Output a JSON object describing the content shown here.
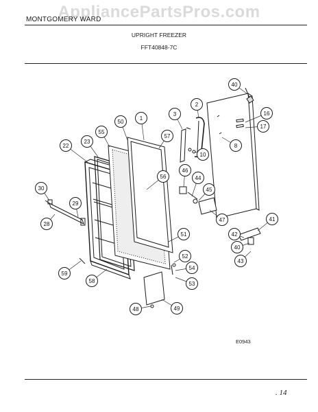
{
  "header": {
    "brand": "MONTGOMERY WARD",
    "title": "UPRIGHT FREEZER",
    "model": "FFT40848-7C"
  },
  "watermark": "AppliancePartsPros.com",
  "diagram_ref": "E0943",
  "page_mark": ". 14",
  "callouts": [
    {
      "id": "p40a",
      "label": "40"
    },
    {
      "id": "p2",
      "label": "2"
    },
    {
      "id": "p3",
      "label": "3"
    },
    {
      "id": "p16",
      "label": "16"
    },
    {
      "id": "p17",
      "label": "17"
    },
    {
      "id": "p50",
      "label": "50"
    },
    {
      "id": "p1",
      "label": "1"
    },
    {
      "id": "p55",
      "label": "55"
    },
    {
      "id": "p57",
      "label": "57"
    },
    {
      "id": "p8",
      "label": "8"
    },
    {
      "id": "p22",
      "label": "22"
    },
    {
      "id": "p23",
      "label": "23"
    },
    {
      "id": "p10",
      "label": "10"
    },
    {
      "id": "p46",
      "label": "46"
    },
    {
      "id": "p56",
      "label": "56"
    },
    {
      "id": "p44",
      "label": "44"
    },
    {
      "id": "p30",
      "label": "30"
    },
    {
      "id": "p45",
      "label": "45"
    },
    {
      "id": "p29",
      "label": "29"
    },
    {
      "id": "p41",
      "label": "41"
    },
    {
      "id": "p47",
      "label": "47"
    },
    {
      "id": "p28",
      "label": "28"
    },
    {
      "id": "p42",
      "label": "42"
    },
    {
      "id": "p51",
      "label": "51"
    },
    {
      "id": "p40b",
      "label": "40"
    },
    {
      "id": "p52",
      "label": "52"
    },
    {
      "id": "p43",
      "label": "43"
    },
    {
      "id": "p54",
      "label": "54"
    },
    {
      "id": "p59",
      "label": "59"
    },
    {
      "id": "p58",
      "label": "58"
    },
    {
      "id": "p53",
      "label": "53"
    },
    {
      "id": "p48",
      "label": "48"
    },
    {
      "id": "p49",
      "label": "49"
    }
  ]
}
